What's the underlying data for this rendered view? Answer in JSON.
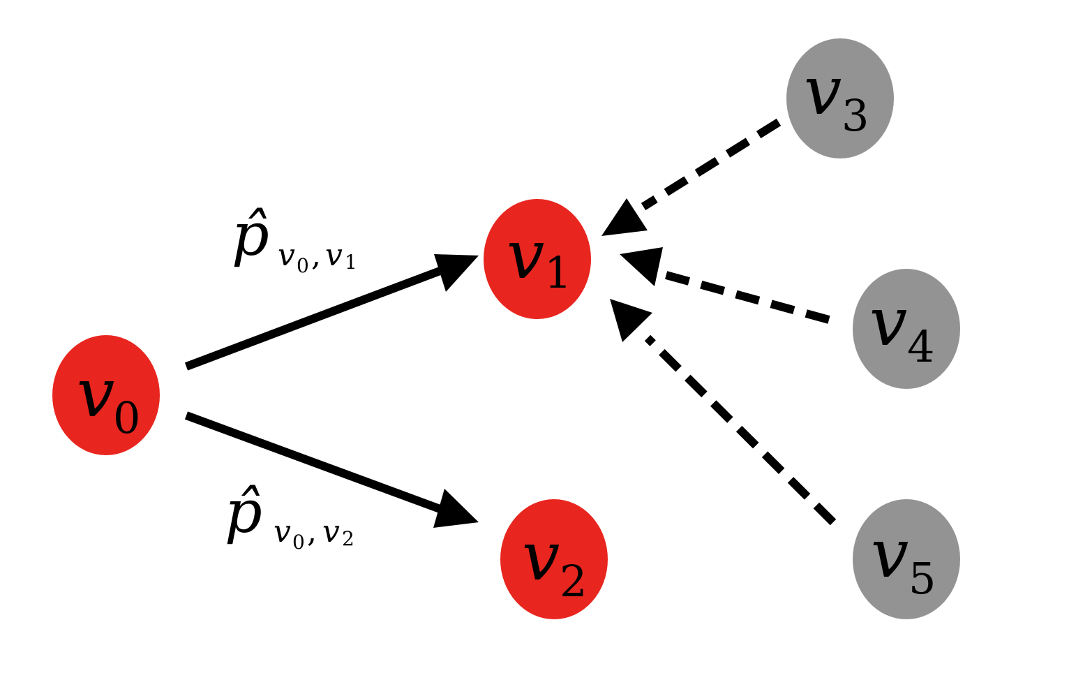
{
  "colors": {
    "active_node": "#e8261f",
    "inactive_node": "#939393",
    "edge": "#000000",
    "background": "#ffffff"
  },
  "nodes": [
    {
      "id": "v0",
      "letter": "v",
      "subscript": "0",
      "state": "active"
    },
    {
      "id": "v1",
      "letter": "v",
      "subscript": "1",
      "state": "active"
    },
    {
      "id": "v2",
      "letter": "v",
      "subscript": "2",
      "state": "active"
    },
    {
      "id": "v3",
      "letter": "v",
      "subscript": "3",
      "state": "inactive"
    },
    {
      "id": "v4",
      "letter": "v",
      "subscript": "4",
      "state": "inactive"
    },
    {
      "id": "v5",
      "letter": "v",
      "subscript": "5",
      "state": "inactive"
    }
  ],
  "edges": [
    {
      "from": "v0",
      "to": "v1",
      "style": "solid"
    },
    {
      "from": "v0",
      "to": "v2",
      "style": "solid"
    },
    {
      "from": "v3",
      "to": "v1",
      "style": "dashed"
    },
    {
      "from": "v4",
      "to": "v1",
      "style": "dashed"
    },
    {
      "from": "v5",
      "to": "v1",
      "style": "dashed"
    }
  ],
  "edge_labels": {
    "v0_v1": {
      "main": "p̂",
      "sub_a": "v",
      "sub_a_index": "0",
      "separator": ",",
      "sub_b": "v",
      "sub_b_index": "1"
    },
    "v0_v2": {
      "main": "p̂",
      "sub_a": "v",
      "sub_a_index": "0",
      "separator": ",",
      "sub_b": "v",
      "sub_b_index": "2"
    }
  }
}
